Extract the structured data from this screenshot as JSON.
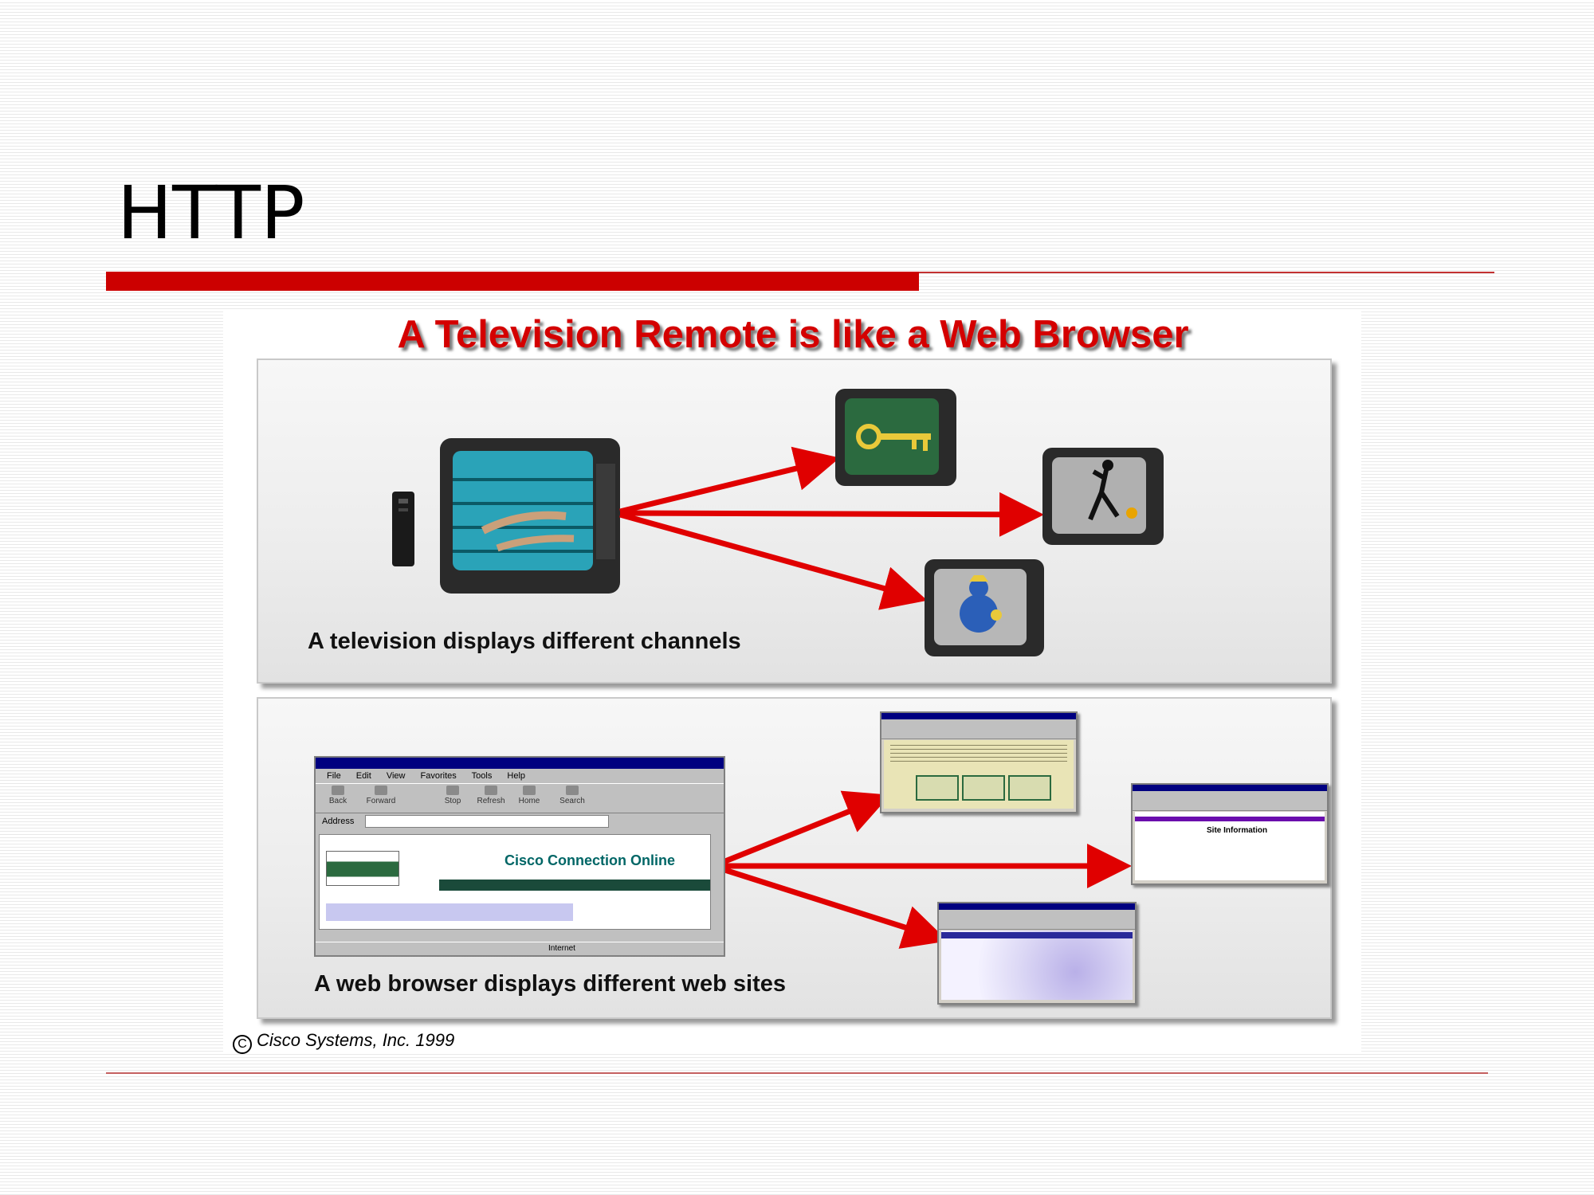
{
  "slide": {
    "title": "HTTP"
  },
  "figure": {
    "heading": "A Television Remote is like a Web Browser",
    "top_panel": {
      "caption": "A television displays different channels",
      "icons": [
        "remote-control-icon",
        "tv-swimmers-icon",
        "tv-key-icon",
        "tv-dancer-icon",
        "tv-character-icon"
      ]
    },
    "bottom_panel": {
      "caption": "A web browser displays different web sites",
      "main_browser": {
        "menu": [
          "File",
          "Edit",
          "View",
          "Favorites",
          "Tools",
          "Help"
        ],
        "toolbar": [
          "Back",
          "Forward",
          "Stop",
          "Refresh",
          "Home",
          "Search"
        ],
        "address_label": "Address",
        "site_title": "Cisco Connection Online",
        "status": "Internet"
      },
      "site_2_heading": "Site Information"
    },
    "copyright": "Cisco Systems, Inc. 1999",
    "colors": {
      "heading": "#d40000",
      "arrow": "#e00000",
      "rule": "#cc0000"
    }
  }
}
